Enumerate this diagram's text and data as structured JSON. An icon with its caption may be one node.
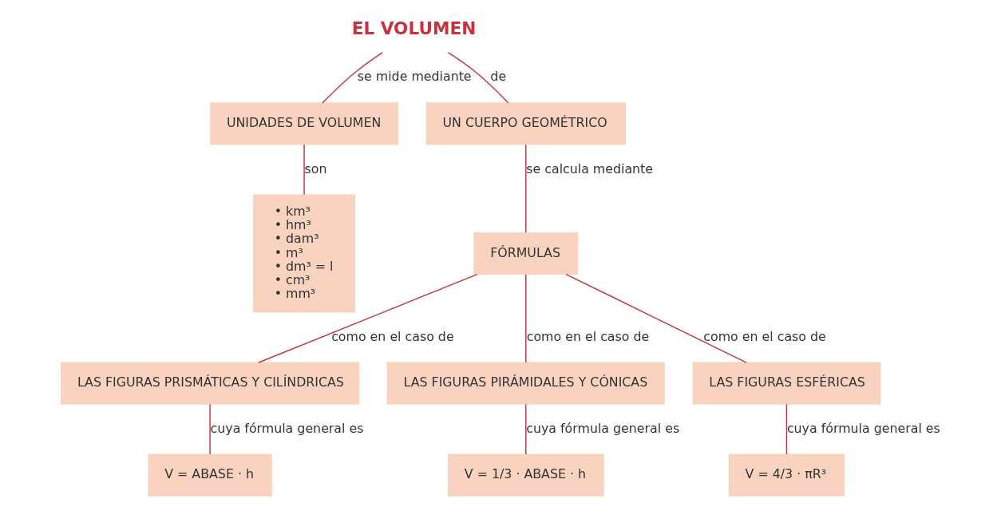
{
  "diagram": {
    "nodes": [
      {
        "text": [
          "EL VOLUMEN"
        ]
      },
      {
        "text": [
          "UNIDADES DE VOLUMEN"
        ]
      },
      {
        "text": [
          "• km³",
          "• hm³",
          "• dam³",
          "• m³",
          "• dm³ = l",
          "• cm³",
          "• mm³"
        ]
      },
      {
        "text": [
          "UN CUERPO GEOMÉTRICO"
        ]
      },
      {
        "text": [
          "FÓRMULAS"
        ]
      },
      {
        "text": [
          "LAS FIGURAS PRISMÁTICAS Y CILÍNDRICAS"
        ]
      },
      {
        "text": [
          "LAS FIGURAS PIRÁMIDALES Y CÓNICAS"
        ]
      },
      {
        "text": [
          "LAS FIGURAS ESFÉRICAS"
        ]
      },
      {
        "text": [
          "V = ABASE · h"
        ]
      },
      {
        "text": [
          "V = 1/3 · ABASE · h"
        ]
      },
      {
        "text": [
          "V = 4/3 · πR³"
        ]
      }
    ],
    "edges": [
      {
        "from": 0,
        "to": 1,
        "arrow": "none",
        "label": "se mide mediante"
      },
      {
        "from": 1,
        "to": 2,
        "arrow": "none",
        "label": "son"
      },
      {
        "from": 0,
        "to": 3,
        "arrow": "none",
        "label": "de"
      },
      {
        "from": 3,
        "to": 4,
        "arrow": "none",
        "label": "se calcula mediante"
      },
      {
        "from": 4,
        "to": 5,
        "arrow": "none",
        "label": "como en el caso de"
      },
      {
        "from": 4,
        "to": 6,
        "arrow": "none",
        "label": "como en el caso de"
      },
      {
        "from": 4,
        "to": 7,
        "arrow": "none",
        "label": "como en el caso de"
      },
      {
        "from": 5,
        "to": 8,
        "arrow": "none",
        "label": "cuya fórmula general es"
      },
      {
        "from": 6,
        "to": 9,
        "arrow": "none",
        "label": "cuya fórmula general es"
      },
      {
        "from": 7,
        "to": 10,
        "arrow": "none",
        "label": "cuya fórmula general es"
      }
    ]
  }
}
